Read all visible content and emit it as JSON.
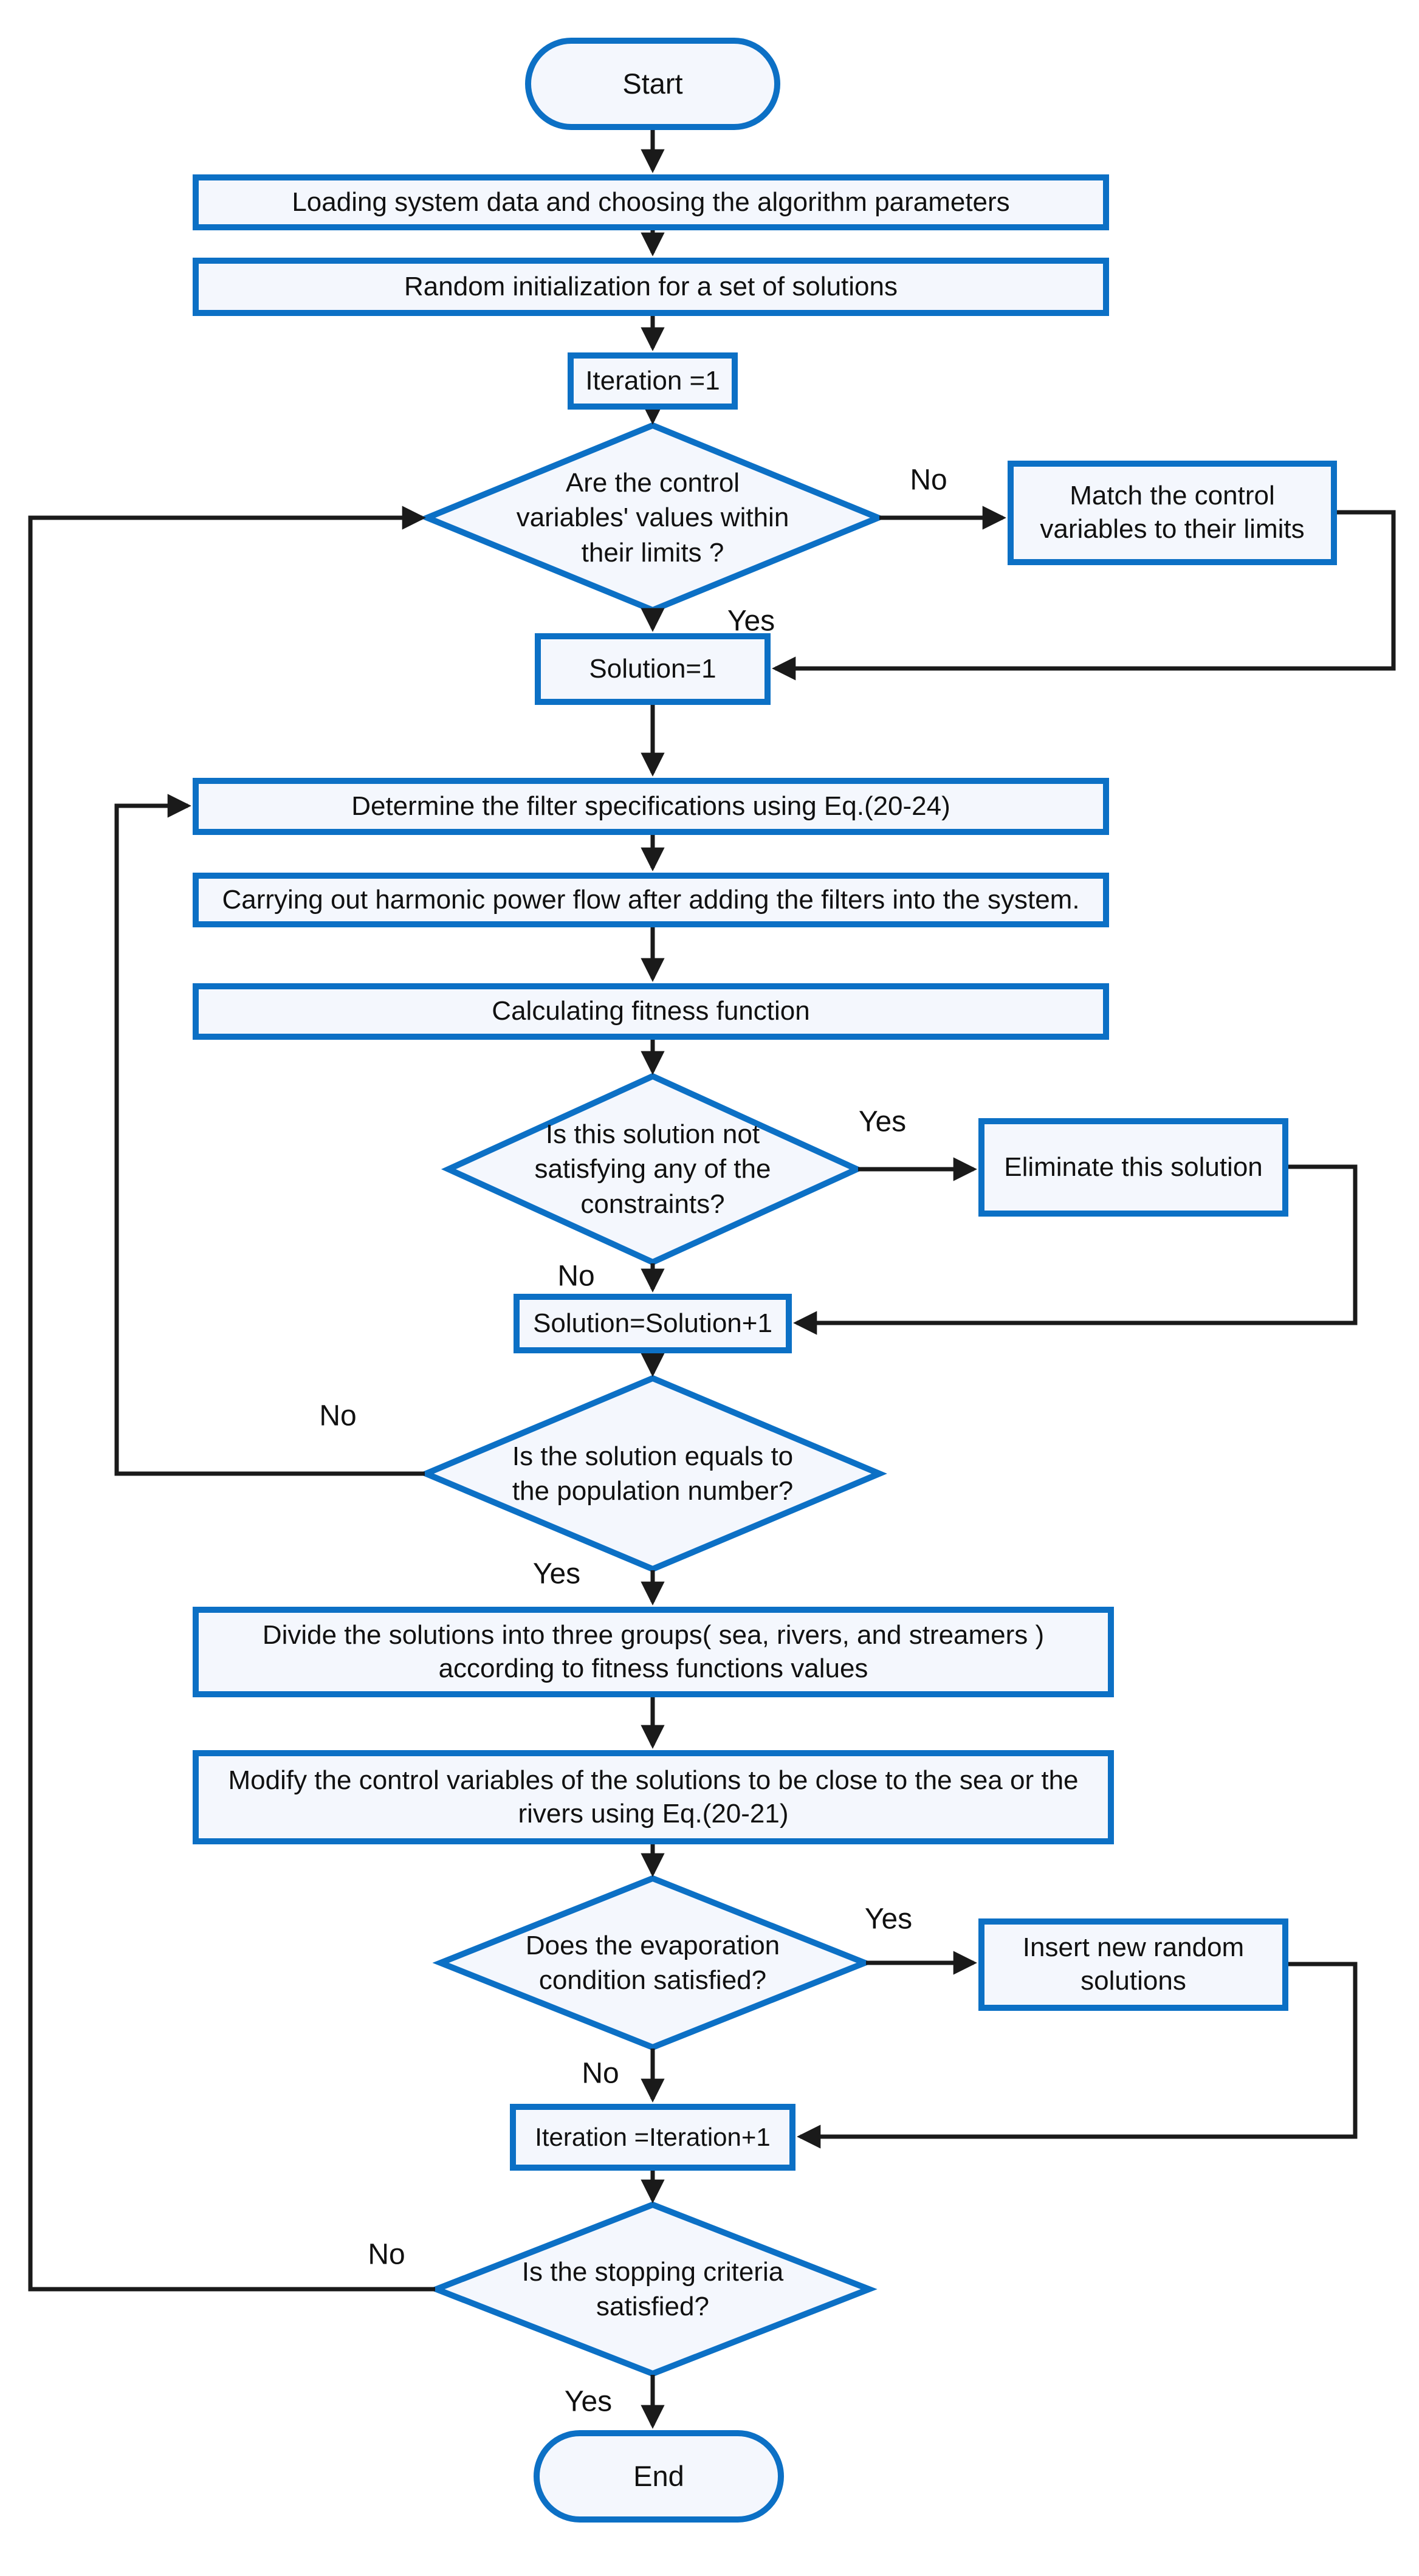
{
  "figure": {
    "colors": {
      "blue": "#0c70c5",
      "fill": "#f4f7fd",
      "line": "#1a1a1a",
      "text": "#111111",
      "background": "#ffffff"
    }
  },
  "labels": {
    "yes": "Yes",
    "no": "No"
  },
  "nodes": {
    "start": {
      "label": "Start"
    },
    "loading": {
      "label": "Loading system data and choosing the algorithm parameters"
    },
    "random_init": {
      "label": "Random initialization for a set of solutions"
    },
    "iteration_init": {
      "label": "Iteration =1"
    },
    "limits_check": {
      "lines": [
        "Are the control",
        "variables' values  within",
        "their limits ?"
      ]
    },
    "match_limits": {
      "lines": [
        "Match the control",
        "variables to their limits"
      ]
    },
    "solution_init": {
      "label": "Solution=1"
    },
    "determine_filters": {
      "label": "Determine the filter specifications using Eq.(20-24)"
    },
    "harmonic_power_flow": {
      "label": "Carrying out harmonic power flow after adding the filters into the system."
    },
    "fitness_function": {
      "label": "Calculating fitness function"
    },
    "constraints_check": {
      "lines": [
        "Is this solution not",
        "satisfying any of the",
        "constraints?"
      ]
    },
    "eliminate_solution": {
      "label": "Eliminate this solution"
    },
    "solution_increment": {
      "label": "Solution=Solution+1"
    },
    "population_check": {
      "lines": [
        "Is the solution equals to",
        "the population number?"
      ]
    },
    "divide_solutions": {
      "lines": [
        "Divide the solutions into three groups( sea,  rivers, and streamers )",
        "according to fitness functions values"
      ]
    },
    "modify_variables": {
      "lines": [
        "Modify the control variables of the solutions to be close to the sea or the",
        "rivers  using Eq.(20-21)"
      ]
    },
    "evaporation_check": {
      "lines": [
        "Does the evaporation",
        "condition satisfied?"
      ]
    },
    "insert_random": {
      "lines": [
        "Insert new random",
        "solutions"
      ]
    },
    "iteration_increment": {
      "label": "Iteration =Iteration+1"
    },
    "stopping_check": {
      "lines": [
        "Is the stopping criteria",
        "satisfied?"
      ]
    },
    "end": {
      "label": "End"
    }
  }
}
